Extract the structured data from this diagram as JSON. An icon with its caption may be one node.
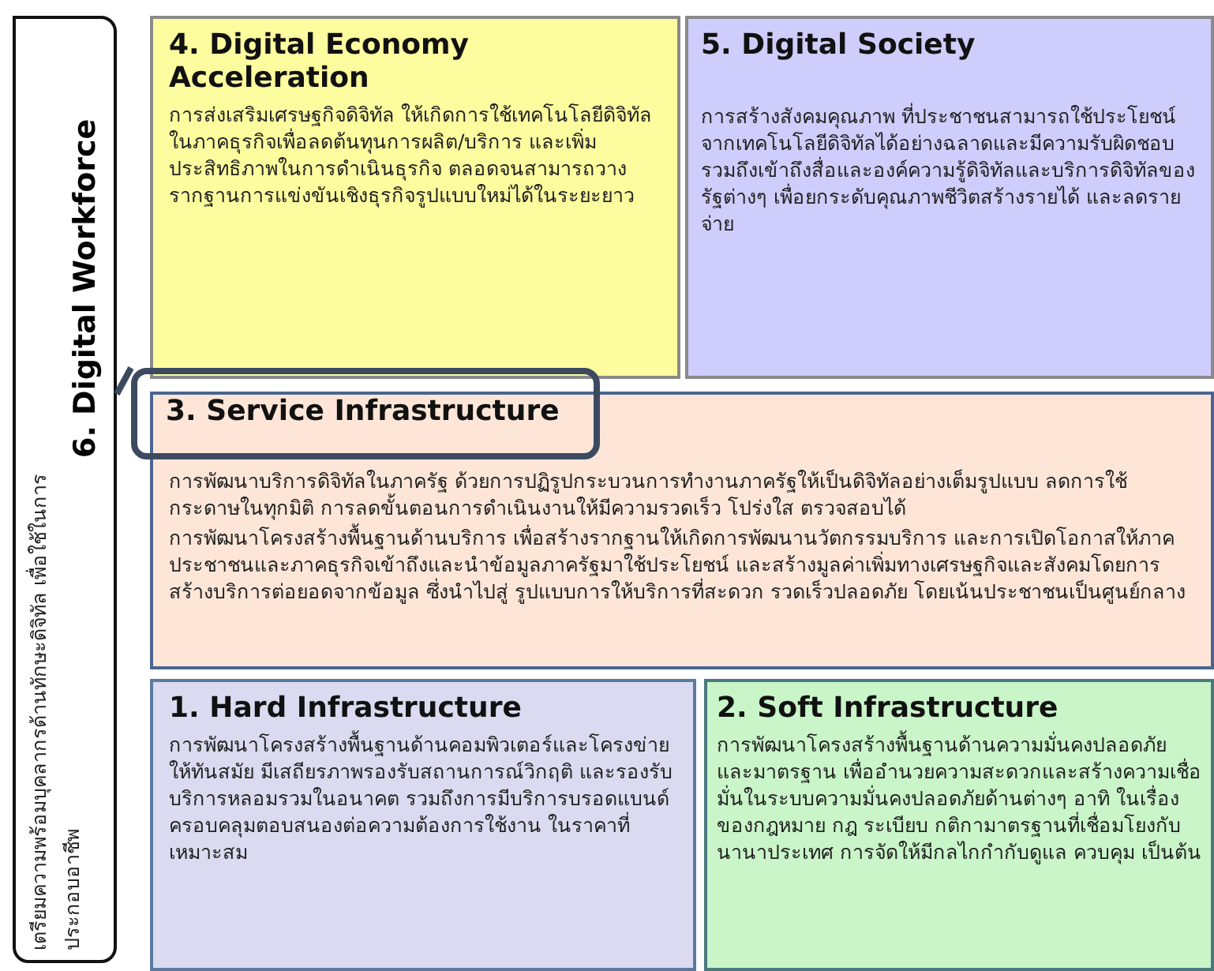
{
  "diagram": {
    "nodes": [
      {
        "text": [
          "6. Digital Workforce",
          "เตรียมความพร้อมบุคลากรด้านทักษะดิจิทัล เพื่อใช้ในการประกอบอาชีพ"
        ]
      },
      {
        "text": [
          "4. Digital Economy Acceleration",
          "การส่งเสริมเศรษฐกิจดิจิทัล ให้เกิดการใช้เทคโนโลยีดิจิทัลในภาคธุรกิจเพื่อลดต้นทุนการผลิต/บริการ และเพิ่มประสิทธิภาพในการดำเนินธุรกิจ ตลอดจนสามารถวางรากฐานการแข่งขันเชิงธุรกิจรูปแบบใหม่ได้ในระยะยาว"
        ]
      },
      {
        "text": [
          "5. Digital Society",
          "การสร้างสังคมคุณภาพ  ที่ประชาชนสามารถใช้ประโยชน์จากเทคโนโลยีดิจิทัลได้อย่างฉลาดและมีความรับผิดชอบ รวมถึงเข้าถึงสื่อและองค์ความรู้ดิจิทัลและบริการดิจิทัลของรัฐต่างๆ เพื่อยกระดับคุณภาพชีวิตสร้างรายได้ และลดรายจ่าย"
        ]
      },
      {
        "text": [
          "การพัฒนาบริการดิจิทัลในภาครัฐ ด้วยการปฏิรูปกระบวนการทำงานภาครัฐให้เป็นดิจิทัลอย่างเต็มรูปแบบ ลดการใช้กระดาษในทุกมิติ การลดขั้นตอนการดำเนินงานให้มีความรวดเร็ว โปร่งใส ตรวจสอบได้",
          "การพัฒนาโครงสร้างพื้นฐานด้านบริการ เพื่อสร้างรากฐานให้เกิดการพัฒนานวัตกรรมบริการ และการเปิดโอกาสให้ภาคประชาชนและภาคธุรกิจเข้าถึงและนำข้อมูลภาครัฐมาใช้ประโยชน์ และสร้างมูลค่าเพิ่มทางเศรษฐกิจและสังคมโดยการสร้างบริการต่อยอดจากข้อมูล ซึ่งนำไปสู่ รูปแบบการให้บริการที่สะดวก รวดเร็วปลอดภัย โดยเน้นประชาชนเป็นศูนย์กลาง"
        ]
      },
      {
        "text": [
          "3. Service Infrastructure"
        ]
      },
      {
        "text": [
          "1. Hard Infrastructure",
          "การพัฒนาโครงสร้างพื้นฐานด้านคอมพิวเตอร์และโครงข่ายให้ทันสมัย มีเสถียรภาพรองรับสถานการณ์วิกฤติ และรองรับบริการหลอมรวมในอนาคต รวมถึงการมีบริการบรอดแบนด์ครอบคลุมตอบสนองต่อความต้องการใช้งาน ในราคาที่เหมาะสม"
        ]
      },
      {
        "text": [
          "2. Soft Infrastructure",
          "การพัฒนาโครงสร้างพื้นฐานด้านความมั่นคงปลอดภัย และมาตรฐาน เพื่ออำนวยความสะดวกและสร้างความเชื่อมั่นในระบบความมั่นคงปลอดภัยด้านต่างๆ อาทิ ในเรื่องของกฎหมาย กฎ ระเบียบ กติกามาตรฐานที่เชื่อมโยงกับนานาประเทศ  การจัดให้มีกลไกกำกับดูแล ควบคุม เป็นต้น"
        ]
      }
    ],
    "edges": [
      {
        "from": 0,
        "to": 4,
        "arrow": "none"
      }
    ]
  }
}
